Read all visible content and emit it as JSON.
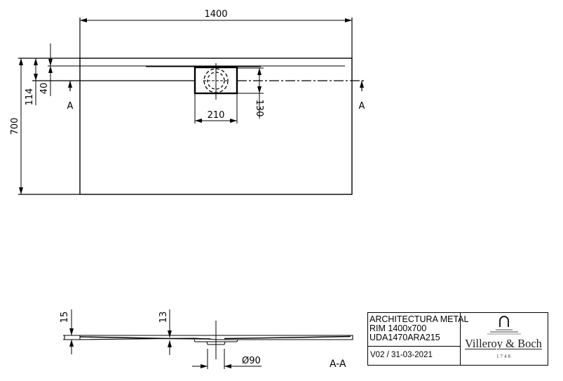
{
  "drawing": {
    "type": "technical drawing - shower tray",
    "plan_view": {
      "dimensions": {
        "width": "1400",
        "height": "700",
        "offset_centerline": "114",
        "offset_rim": "40",
        "drain_width": "210",
        "drain_height": "130"
      },
      "section_markers": [
        "A",
        "A"
      ]
    },
    "section_view": {
      "label": "A-A",
      "dimensions": {
        "edge_thickness": "15",
        "inner_thickness": "13",
        "drain_diameter": "Ø90"
      }
    }
  },
  "title_block": {
    "product_line1": "ARCHITECTURA METAL",
    "product_line2": "RIM 1400x700",
    "product_code": "UDA1470ARA215",
    "version_date": "V02 / 31-03-2021",
    "brand": "Villeroy & Boch",
    "since": "1748"
  },
  "colors": {
    "line": "#000000",
    "background": "#ffffff"
  }
}
